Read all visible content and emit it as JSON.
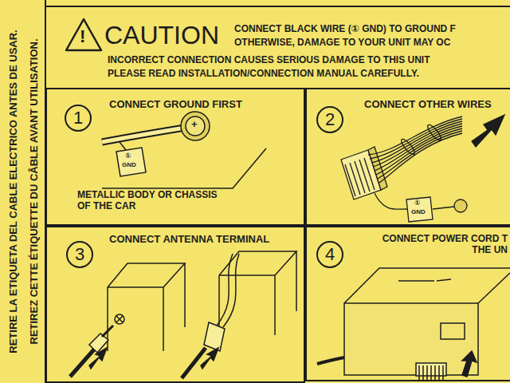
{
  "diagram": {
    "title": "CAUTION",
    "nodes": [
      {
        "text": [
          "CONNECT GROUND FIRST",
          "METALLIC BODY OR CHASSIS OF THE CAR"
        ]
      },
      {
        "text": [
          "1"
        ],
        "in": 0
      },
      {
        "text": [
          "CONNECT OTHER WIRES"
        ]
      },
      {
        "text": [
          "2"
        ],
        "in": 2
      },
      {
        "text": [
          "CONNECT ANTENNA TERMINAL"
        ]
      },
      {
        "text": [
          "3"
        ],
        "in": 4
      },
      {
        "text": [
          "CONNECT POWER CORD T THE UN"
        ]
      },
      {
        "text": [
          "4"
        ],
        "in": 6
      }
    ],
    "labels": [
      "RETIRE LA ETIQUETA DEL CABLE ELECTRICO ANTES DE USAR.",
      "RETIREZ CETTE ÉTIQUETTE DU CÂBLE AVANT UTILISATION.",
      "!",
      "CONNECT BLACK WIRE (① GND) TO GROUND F",
      "OTHERWISE, DAMAGE TO YOUR UNIT MAY OC",
      "INCORRECT CONNECTION CAUSES SERIOUS DAMAGE TO THIS UNIT",
      "PLEASE READ INSTALLATION/CONNECTION MANUAL CAREFULLY.",
      "①",
      "GND",
      "+",
      "①",
      "GND"
    ]
  }
}
